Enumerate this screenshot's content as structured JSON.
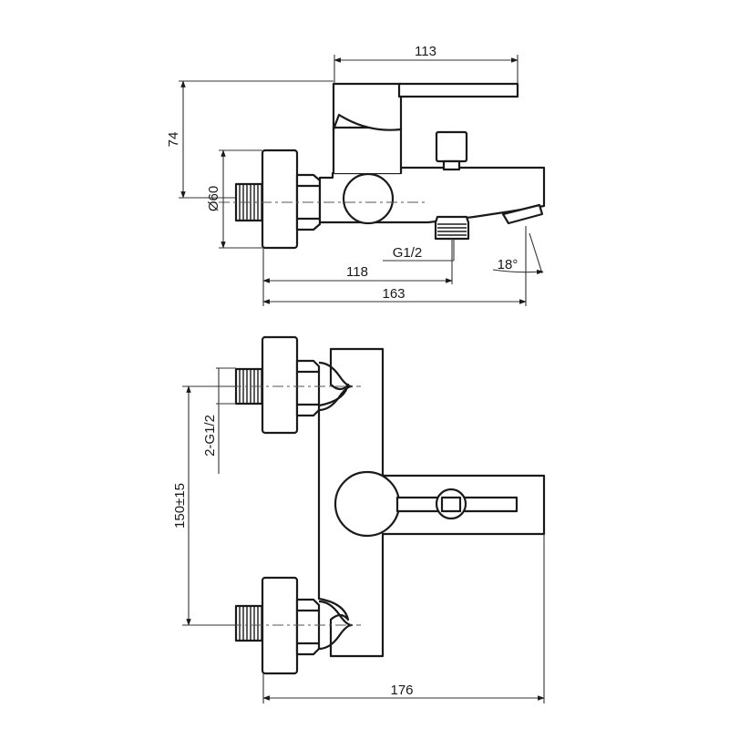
{
  "side_view": {
    "width_lever": "113",
    "height": "74",
    "diameter": "Ø60",
    "outlet_thread": "G1/2",
    "spout_angle": "18°",
    "length_to_outlet": "118",
    "overall_length": "163"
  },
  "top_view": {
    "inlet_thread": "2-G1/2",
    "inlet_spacing": "150±15",
    "overall_width": "176"
  },
  "colors": {
    "line": "#1a1a1a",
    "background": "#ffffff"
  }
}
